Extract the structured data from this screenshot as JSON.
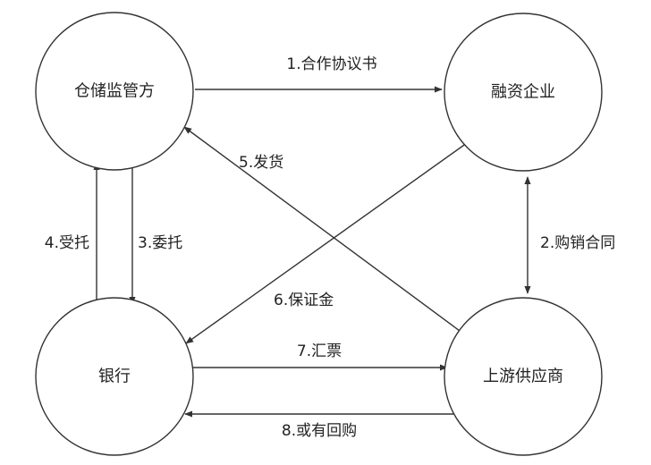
{
  "nodes": {
    "warehouse": "仓储监管方",
    "borrower": "融资企业",
    "bank": "银行",
    "supplier": "上游供应商"
  },
  "edges": {
    "e1": "1.合作协议书",
    "e2": "2.购销合同",
    "e3": "3.委托",
    "e4": "4.受托",
    "e5": "5.发货",
    "e6": "6.保证金",
    "e7": "7.汇票",
    "e8": "8.或有回购"
  },
  "colors": {
    "stroke": "#333333",
    "text": "#222222",
    "background": "#ffffff"
  }
}
